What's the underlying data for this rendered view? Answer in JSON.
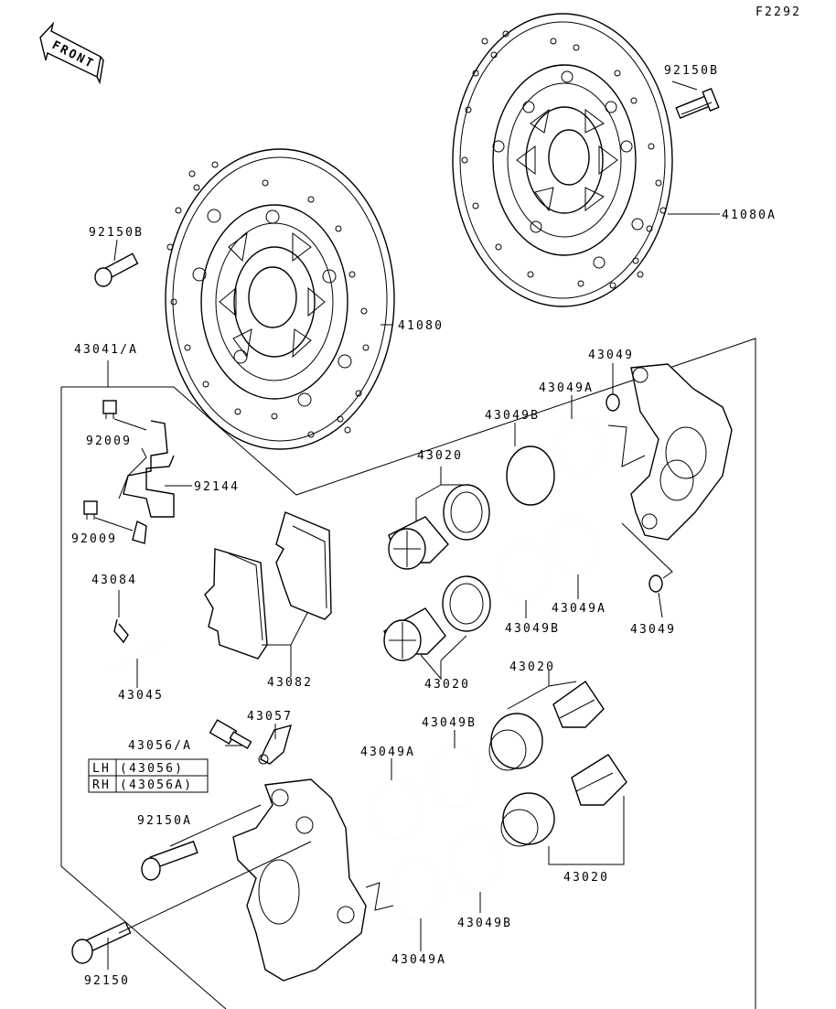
{
  "figure_id": "F2292",
  "front_arrow": {
    "label": "FRONT"
  },
  "parts": {
    "disc_left": "41080",
    "disc_right": "41080A",
    "bolt_left_disc": "92150B",
    "bolt_right_disc": "92150B",
    "pad_kit": "43041/A",
    "spring_bolt_top": "92009",
    "spring_bolt_bottom": "92009",
    "pad_spring": "92144",
    "clip": "43084",
    "pin": "43045",
    "pads": "43082",
    "bleeder": "43056/A",
    "bleeder_cap": "43057",
    "caliper_bolt_short": "92150A",
    "caliper_bolt_long": "92150",
    "piston_upper_a": "43020",
    "piston_upper_b": "43020",
    "piston_lower_a": "43020",
    "piston_lower_b": "43020",
    "seal_43049b_1": "43049B",
    "seal_43049a_1": "43049A",
    "seal_43049b_2": "43049B",
    "seal_43049a_2": "43049A",
    "seal_43049b_3": "43049B",
    "seal_43049a_3": "43049A",
    "seal_43049b_4": "43049B",
    "seal_43049a_4": "43049A",
    "washer_top": "43049",
    "washer_bottom": "43049"
  },
  "side_table": {
    "rows": [
      {
        "side": "LH",
        "part": "(43056)"
      },
      {
        "side": "RH",
        "part": "(43056A)"
      }
    ]
  }
}
